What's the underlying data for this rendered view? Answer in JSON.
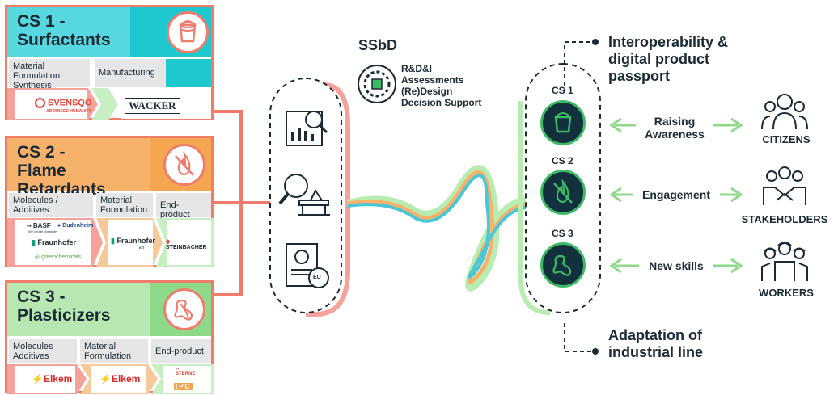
{
  "case_studies": [
    {
      "title_line1": "CS 1 -",
      "title_line2": "Surfactants",
      "title_bg": "#57d7de",
      "icon_bg": "#1ec8cf",
      "icon": "paint-bucket-icon",
      "tabs": [
        "Material Formulation Synthesis",
        "Manufacturing"
      ],
      "logos": [
        "SVENSQO",
        "WACKER"
      ],
      "logo_sub": "ADVANCED HUMANITY"
    },
    {
      "title_line1": "CS 2 -",
      "title_line2": "Flame Retardants",
      "title_bg": "#f6b26b",
      "icon_bg": "#f4a651",
      "icon": "no-fire-icon",
      "tabs": [
        "Molecules / Additives",
        "Material Formulation",
        "End-product"
      ],
      "logos": [
        "BASF",
        "Budenheim",
        "Fraunhofer",
        "greenchemicals",
        "Fraunhofer",
        "STEINBACHER"
      ],
      "basf_sub": "We create chemistry",
      "ict": "ICT"
    },
    {
      "title_line1": "CS 3 -",
      "title_line2": "Plasticizers",
      "title_bg": "#b8e8b2",
      "icon_bg": "#8fd98a",
      "icon": "plasticizer-icon",
      "tabs": [
        "Molecules Additives",
        "Material Formulation",
        "End-product"
      ],
      "logos": [
        "Elkem",
        "Elkem",
        "STERNE",
        "IPC"
      ]
    }
  ],
  "center": {
    "title": "SSbD",
    "lines": [
      "R&D&I",
      "Assessments",
      "(Re)Design",
      "Decision Support"
    ],
    "eu": "EU"
  },
  "right": {
    "top_label": "Interoperability & digital product passport",
    "top_lines": [
      "Interoperability &",
      "digital product",
      "passport"
    ],
    "bottom_lines": [
      "Adaptation of",
      "industrial line"
    ],
    "cs_labels": [
      "CS 1",
      "CS 2",
      "CS 3"
    ],
    "arrows": [
      "Raising Awareness",
      "Engagement",
      "New skills"
    ],
    "arrow1_lines": [
      "Raising",
      "Awareness"
    ],
    "groups": [
      "CITIZENS",
      "STAKEHOLDERS",
      "WORKERS"
    ]
  },
  "colors": {
    "coral": "#f07c6c",
    "dark": "#13303f",
    "green": "#3dbb64",
    "light_green": "#b8ecb0"
  }
}
